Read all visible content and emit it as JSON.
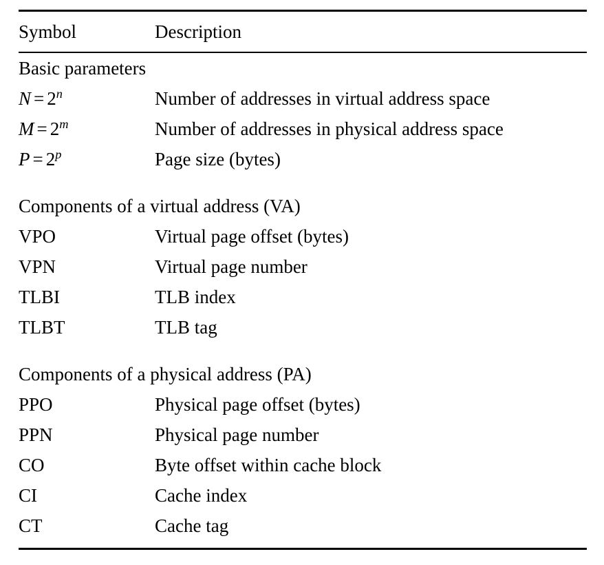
{
  "table": {
    "columns": [
      "Symbol",
      "Description"
    ],
    "sections": [
      {
        "heading": "Basic parameters",
        "rows": [
          {
            "symbol_math": {
              "variable": "N",
              "operator": "=",
              "base": "2",
              "exponent": "n"
            },
            "symbol_text": "N = 2^n",
            "description": "Number of addresses in virtual address space"
          },
          {
            "symbol_math": {
              "variable": "M",
              "operator": "=",
              "base": "2",
              "exponent": "m"
            },
            "symbol_text": "M = 2^m",
            "description": "Number of addresses in physical address space"
          },
          {
            "symbol_math": {
              "variable": "P",
              "operator": "=",
              "base": "2",
              "exponent": "p"
            },
            "symbol_text": "P = 2^p",
            "description": "Page size (bytes)"
          }
        ]
      },
      {
        "heading": "Components of a virtual address (VA)",
        "rows": [
          {
            "symbol_text": "VPO",
            "description": "Virtual page offset (bytes)"
          },
          {
            "symbol_text": "VPN",
            "description": "Virtual page number"
          },
          {
            "symbol_text": "TLBI",
            "description": "TLB index"
          },
          {
            "symbol_text": "TLBT",
            "description": "TLB tag"
          }
        ]
      },
      {
        "heading": "Components of a physical address (PA)",
        "rows": [
          {
            "symbol_text": "PPO",
            "description": "Physical page offset (bytes)"
          },
          {
            "symbol_text": "PPN",
            "description": "Physical page number"
          },
          {
            "symbol_text": "CO",
            "description": "Byte offset within cache block"
          },
          {
            "symbol_text": "CI",
            "description": "Cache index"
          },
          {
            "symbol_text": "CT",
            "description": "Cache tag"
          }
        ]
      }
    ]
  }
}
